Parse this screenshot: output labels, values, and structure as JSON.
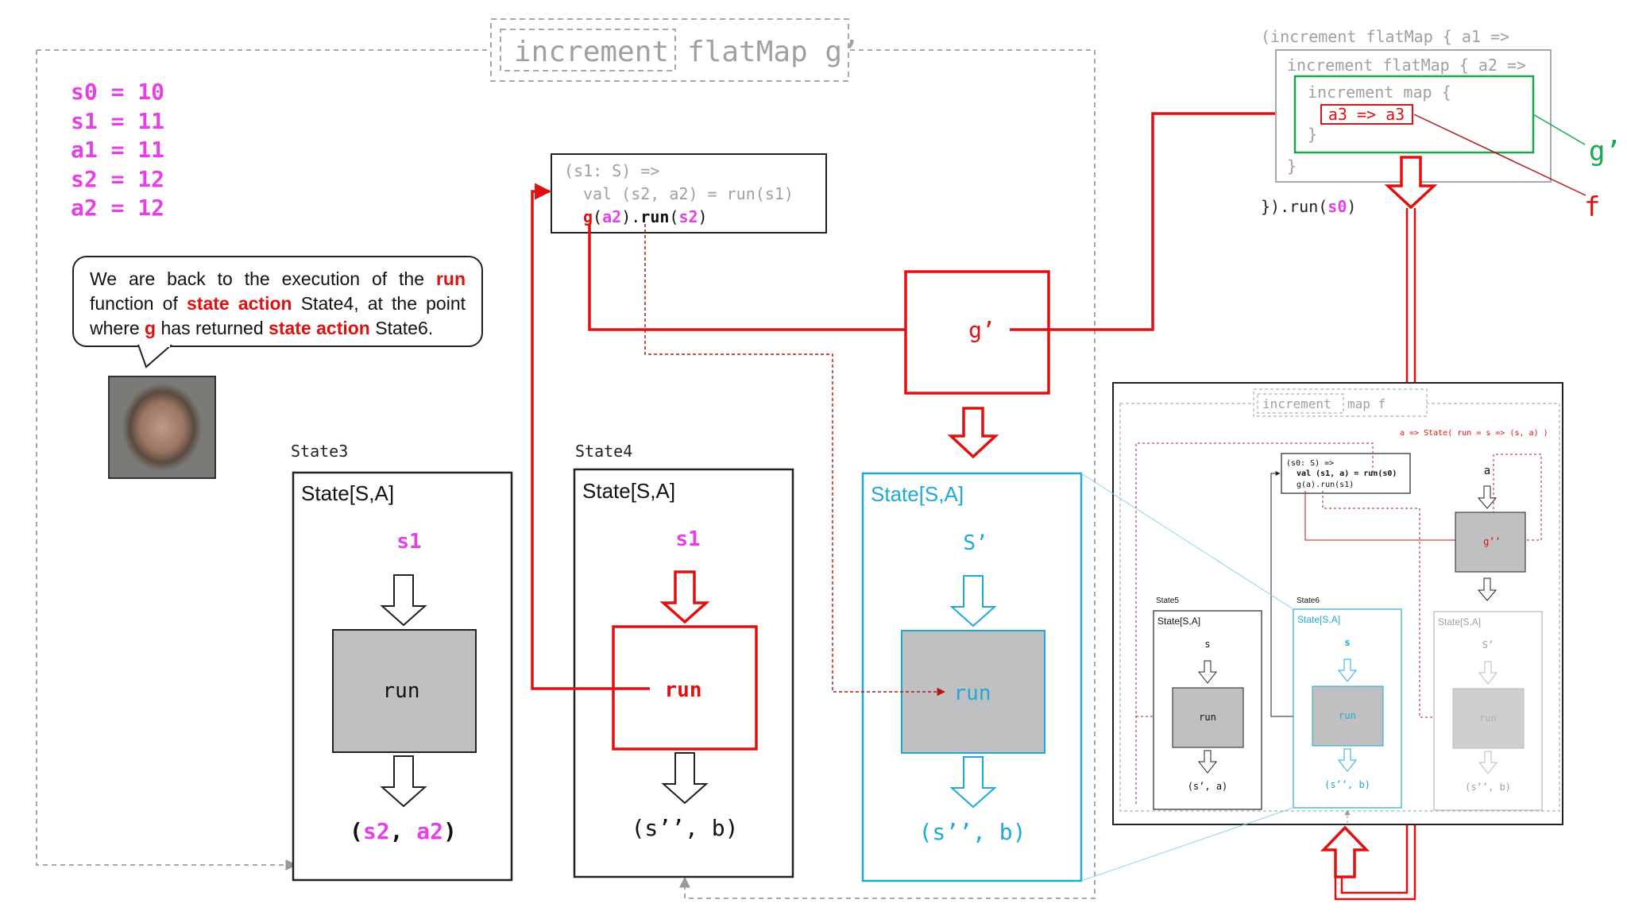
{
  "header": {
    "part1": "increment",
    "part2": "flatMap g’"
  },
  "variables": [
    "s0 = 10",
    "s1 = 11",
    "a1 = 11",
    "s2 = 12",
    "a2 = 12"
  ],
  "speech": {
    "w1": "We are back to the execution of the",
    "run": "run",
    "w2": "function of",
    "state_action": "state action",
    "w3": "State4, at the point where",
    "g": "g",
    "w4": "has returned",
    "w5": "State6."
  },
  "photo_icon": "person-photo",
  "state3": {
    "label": "State3",
    "type": "State[S,A]",
    "input": "s1",
    "run": "run",
    "output_paren_open": "(",
    "output_s": "s2",
    "output_comma": ",",
    "output_a": "a2",
    "output_paren_close": ")"
  },
  "state4": {
    "label": "State4",
    "type": "State[S,A]",
    "input": "s1",
    "run": "run",
    "output": "(s’’, b)"
  },
  "state6": {
    "type": "State[S,A]",
    "input": "S’",
    "run": "run",
    "output": "(s’’, b)"
  },
  "code_box": {
    "line1": "(s1: S) =>",
    "line2": "val (s2, a2) = run(s1)",
    "l3_g": "g",
    "l3_open": "(",
    "l3_a2": "a2",
    "l3_mid": ").",
    "l3_run": "run",
    "l3_open2": "(",
    "l3_s2": "s2",
    "l3_close": ")"
  },
  "g_prime_box": "g’",
  "nested_code": {
    "line1": "(increment flatMap { a1 =>",
    "line2": "increment flatMap { a2 =>",
    "line3": "increment map {",
    "line4": "a3 => a3",
    "line5": "}",
    "line6": "}",
    "line7_a": "}).run(",
    "line7_s0": "s0",
    "line7_b": ")",
    "label_g": "g’",
    "label_f": "f"
  },
  "thumbnail": {
    "header1": "increment",
    "header2": "map f",
    "lambda": "a => State( run = s => (s, a) )",
    "code1": "(s0: S) =>",
    "code2": "val (s1, a) = run(s0)",
    "code3": "g(a).run(s1)",
    "a_label": "a",
    "g2": "g’’",
    "state5": {
      "label": "State5",
      "type": "State[S,A]",
      "input": "s",
      "run": "run",
      "output": "(s’, a)"
    },
    "state6": {
      "label": "State6",
      "type": "State[S,A]",
      "input": "s",
      "run": "run",
      "output": "(s’’, b)"
    },
    "state7": {
      "type": "State[S,A]",
      "input": "S’",
      "run": "run",
      "output": "(s’’, b)"
    }
  },
  "colors": {
    "red": "#e01010",
    "magenta": "#e83ee8",
    "cyan": "#1fa9d6",
    "green": "#1aa84e",
    "gray_box": "#c0bfc1"
  }
}
